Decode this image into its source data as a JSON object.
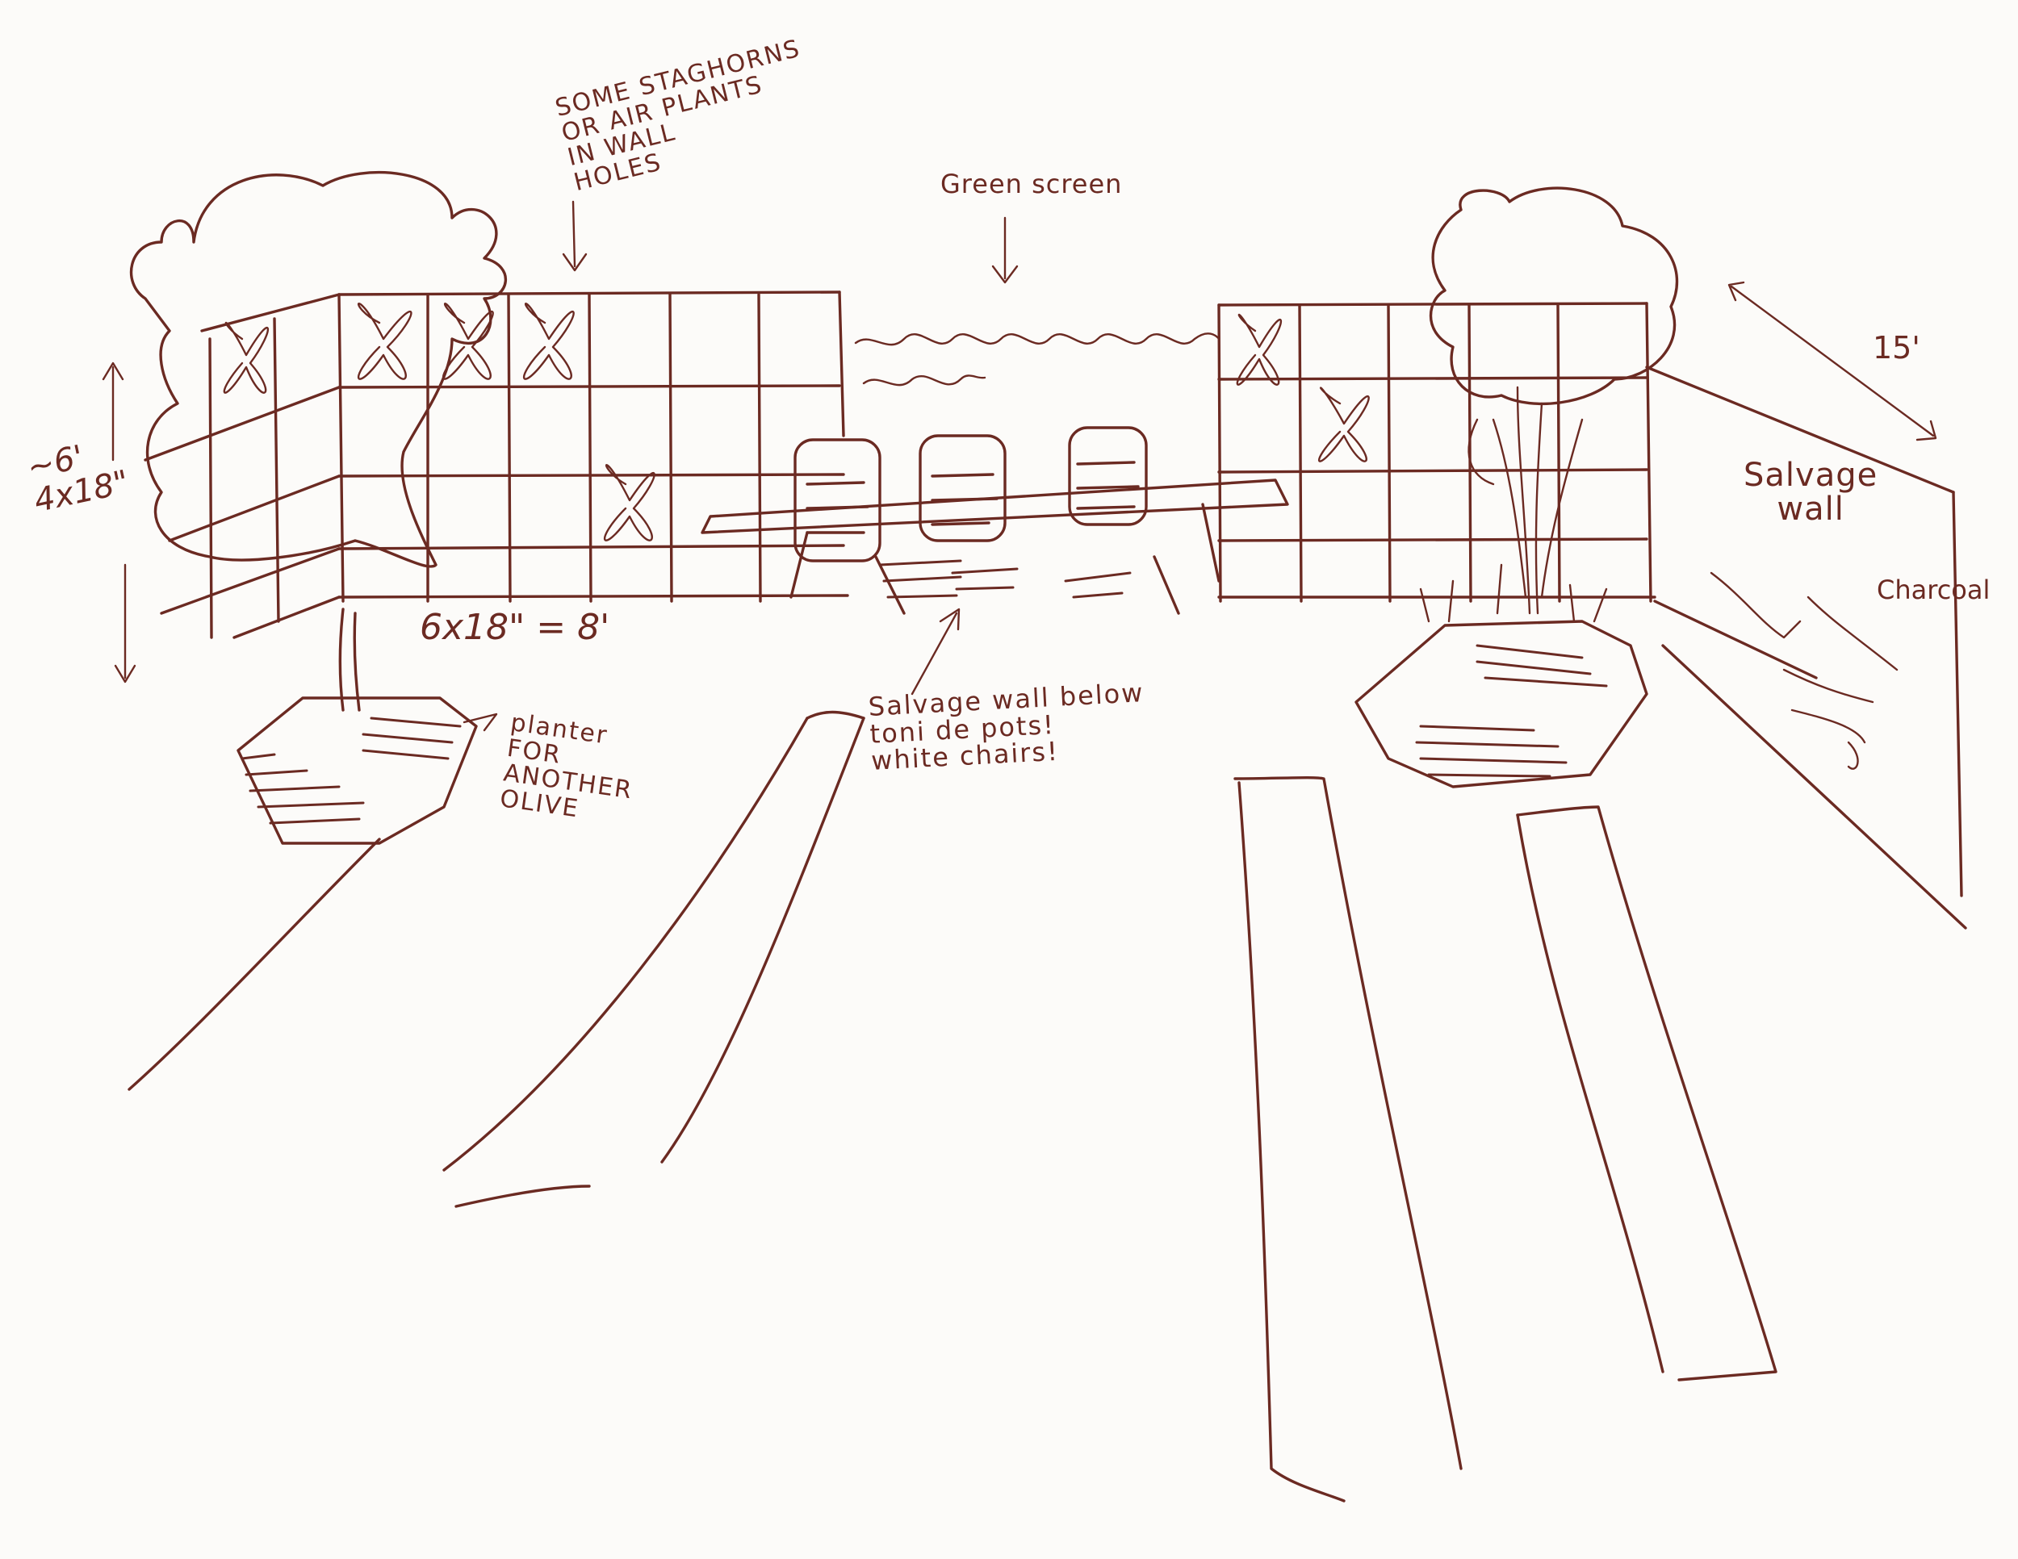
{
  "sketch": {
    "annotations": {
      "staghorns": "SOME STAGHORNS\nOR AIR PLANTS\nIN WALL\nHOLES",
      "green_screen": "Green screen",
      "height_note": "~6'\n4x18\"",
      "width_note": "6x18\" = 8'",
      "planter_note": "planter\nFOR\nANOTHER\nOLIVE",
      "salvage_below": "Salvage wall below\ntoni de pots!\nwhite chairs!",
      "dimension_15": "15'",
      "salvage_wall": "Salvage\nwall",
      "charcoal": "Charcoal"
    },
    "ink_color": "#6b2a22",
    "paper_color": "#fcfbf9"
  }
}
